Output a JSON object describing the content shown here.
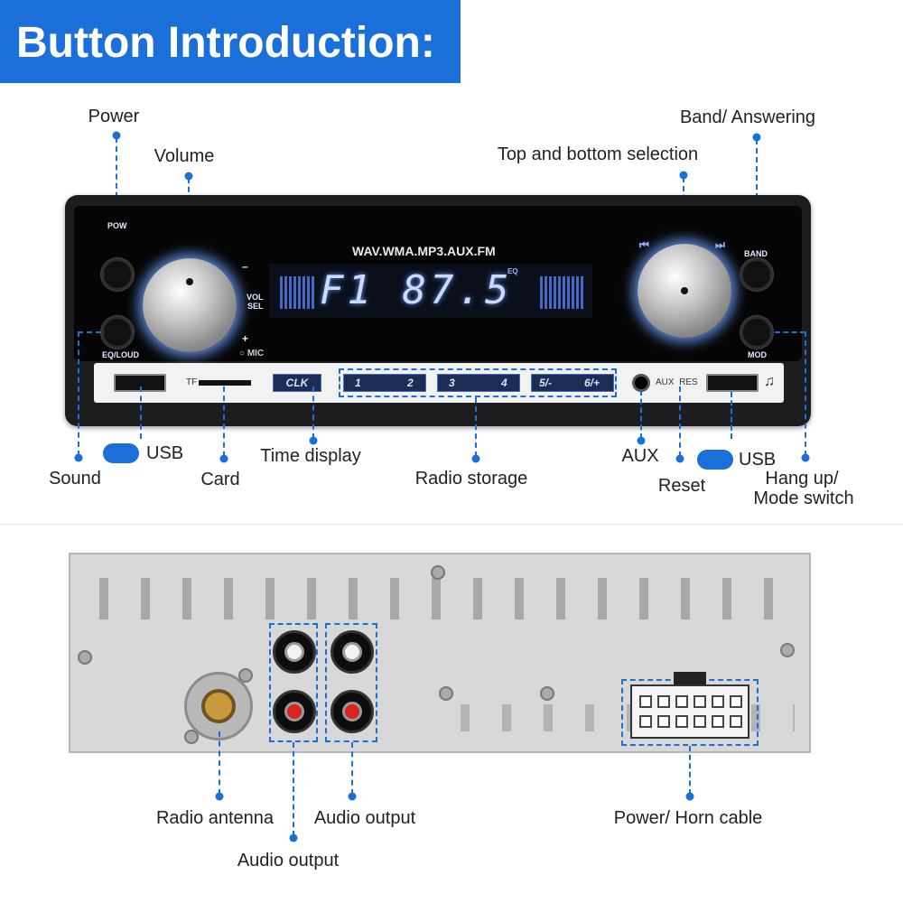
{
  "banner": {
    "title": "Button Introduction:"
  },
  "front_labels": {
    "power": "Power",
    "volume": "Volume",
    "band_answering": "Band/ Answering",
    "top_bottom": "Top and bottom selection",
    "sound": "Sound",
    "usb_left": "USB",
    "card": "Card",
    "time_display": "Time display",
    "radio_storage": "Radio storage",
    "aux": "AUX",
    "reset": "Reset",
    "usb_right": "USB",
    "hangup_line1": "Hang up/",
    "hangup_line2": "Mode switch"
  },
  "unit_text": {
    "format": "WAV.WMA.MP3.AUX.FM",
    "display": "F1  87.5",
    "pow": "POW",
    "eq_loud": "EQ/LOUD",
    "band": "BAND",
    "mod": "MOD",
    "vol": "VOL",
    "sel": "SEL",
    "minus": "–",
    "plus": "+",
    "mic": "○ MIC",
    "tf": "TF",
    "clk": "CLK",
    "aux_res": "AUX  RES",
    "eq": "EQ",
    "presets": [
      "1",
      "2",
      "3",
      "4",
      "5/-",
      "6/+"
    ],
    "prev": "⏮",
    "next": "⏭",
    "music": "♫"
  },
  "rear_labels": {
    "radio_antenna": "Radio antenna",
    "audio_output_1": "Audio output",
    "audio_output_2": "Audio output",
    "power_horn": "Power/ Horn cable"
  },
  "colors": {
    "accent": "#1a6fd9",
    "knob_glow": "#6ea0ff",
    "rca_red": "#d8241c"
  }
}
